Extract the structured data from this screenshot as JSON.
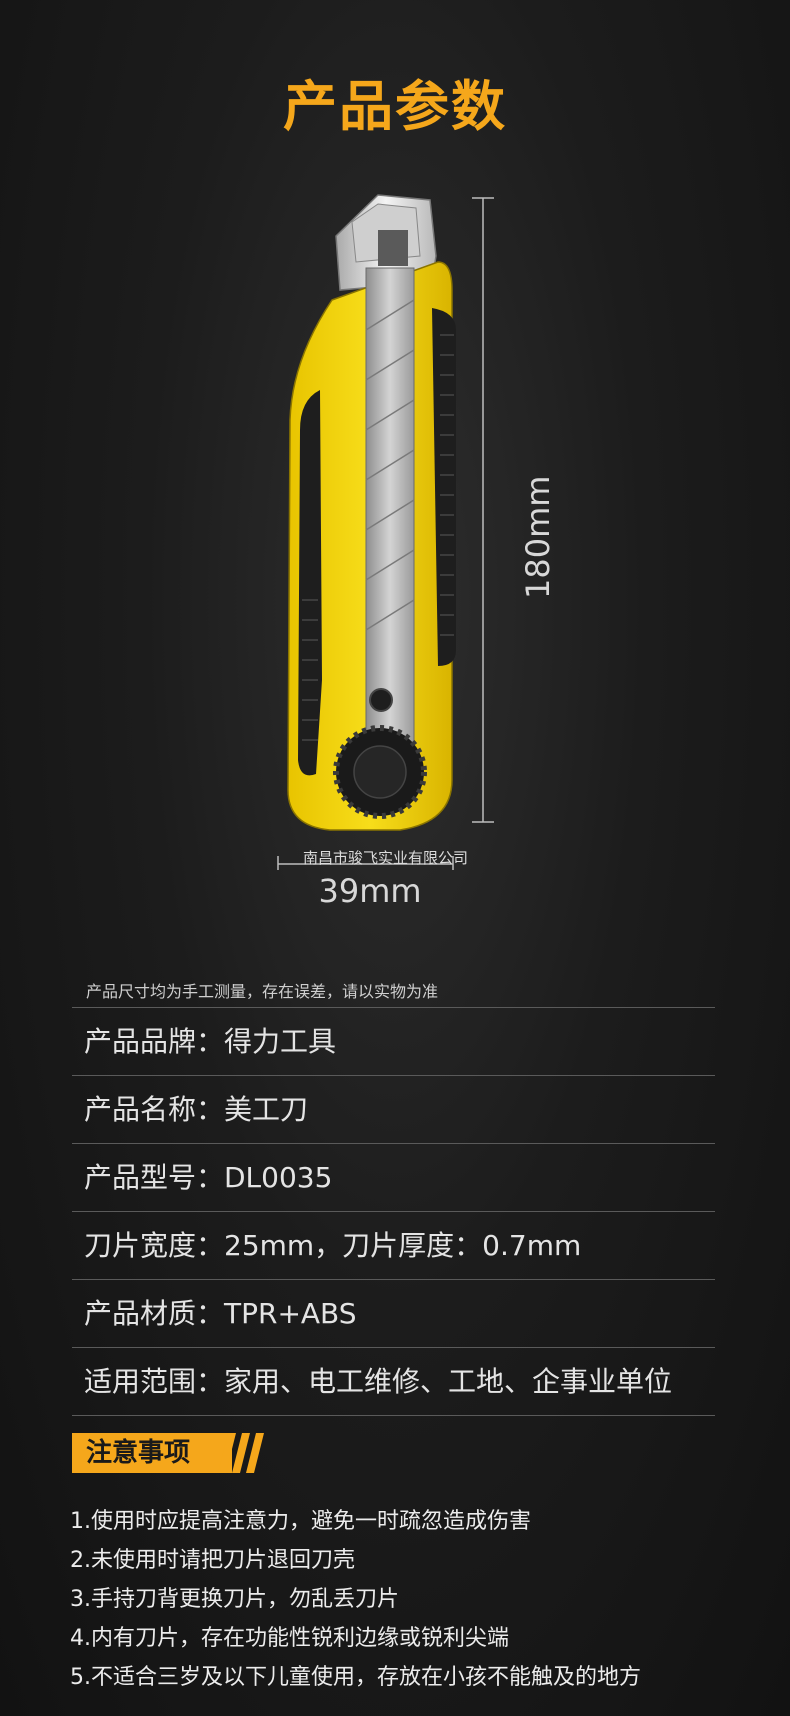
{
  "title": "产品参数",
  "dimensions": {
    "height": "180mm",
    "width": "39mm"
  },
  "watermark": "南昌市骏飞实业有限公司",
  "disclaimer": "产品尺寸均为手工测量，存在误差，请以实物为准",
  "specs": [
    "产品品牌：得力工具",
    "产品名称：美工刀",
    "产品型号：DL0035",
    "刀片宽度：25mm，刀片厚度：0.7mm",
    "产品材质：TPR+ABS",
    "适用范围：家用、电工维修、工地、企事业单位"
  ],
  "notice": {
    "title": "注意事项",
    "items": [
      "1.使用时应提高注意力，避免一时疏忽造成伤害",
      "2.未使用时请把刀片退回刀壳",
      "3.手持刀背更换刀片，勿乱丢刀片",
      "4.内有刀片，存在功能性锐利边缘或锐利尖端",
      "5.不适合三岁及以下儿童使用，存放在小孩不能触及的地方"
    ]
  },
  "colors": {
    "accent": "#f5a71b",
    "knife_yellow": "#f2d20c",
    "background": "#1c1c1c"
  }
}
